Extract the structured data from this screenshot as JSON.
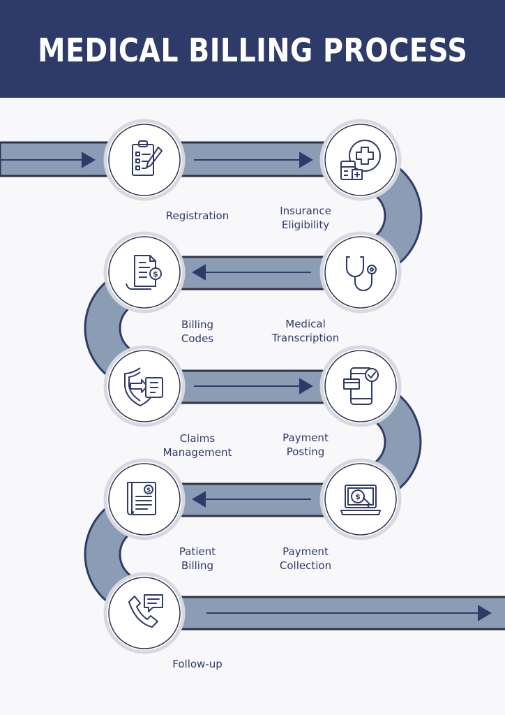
{
  "title": "MEDICAL BILLING PROCESS",
  "colors": {
    "navy": "#2e3a67",
    "band": "#8a9db5",
    "node_bg": "#ffffff",
    "page_bg": "#f8f8fb"
  },
  "steps": [
    {
      "lines": [
        "Registration"
      ],
      "icon": "clipboard-checklist-icon"
    },
    {
      "lines": [
        "Insurance",
        "Eligibility"
      ],
      "icon": "medical-cross-icon"
    },
    {
      "lines": [
        "Medical",
        "Transcription"
      ],
      "icon": "stethoscope-icon"
    },
    {
      "lines": [
        "Billing",
        "Codes"
      ],
      "icon": "invoice-document-icon"
    },
    {
      "lines": [
        "Claims",
        "Management"
      ],
      "icon": "shield-claim-icon"
    },
    {
      "lines": [
        "Payment",
        "Posting"
      ],
      "icon": "mobile-payment-icon"
    },
    {
      "lines": [
        "Payment",
        "Collection"
      ],
      "icon": "laptop-dollar-icon"
    },
    {
      "lines": [
        "Patient",
        "Billing"
      ],
      "icon": "bill-receipt-icon"
    },
    {
      "lines": [
        "Follow-up"
      ],
      "icon": "phone-chat-icon"
    }
  ]
}
